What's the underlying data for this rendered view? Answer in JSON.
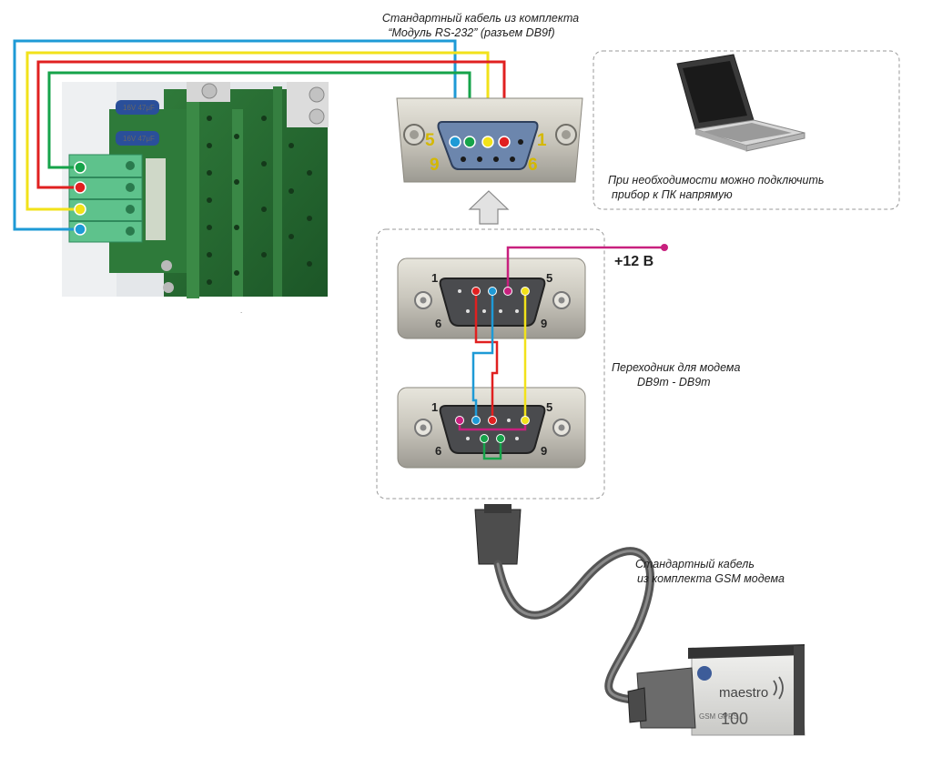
{
  "labels": {
    "cable_top_line1": "Стандартный кабель из комплекта",
    "cable_top_line2": "“Модуль RS-232”  (разъем DB9f)",
    "pc_line1": "При необходимости можно подключить",
    "pc_line2": "прибор к ПК напрямую",
    "adapter_line1": "Переходник для модема",
    "adapter_line2": "DB9m - DB9m",
    "gsm_line1": "Стандартный кабель",
    "gsm_line2": "из комплекта GSM модема",
    "voltage": "+12 В"
  },
  "db9f": {
    "pin_tl": "5",
    "pin_tr": "1",
    "pin_bl": "9",
    "pin_br": "6"
  },
  "db9m_top": {
    "pin_tl": "1",
    "pin_tr": "5",
    "pin_bl": "6",
    "pin_br": "9"
  },
  "db9m_bottom": {
    "pin_tl": "1",
    "pin_tr": "5",
    "pin_bl": "6",
    "pin_br": "9"
  },
  "modem": {
    "brand": "maestro",
    "model": "100",
    "sub": "GSM GPRS"
  },
  "board": {
    "cap_text": "16V 47μF"
  },
  "wire_colors": {
    "blue": "#1e9ad6",
    "yellow": "#f2e21a",
    "red": "#e02020",
    "green": "#16a34a",
    "magenta": "#c8207e"
  }
}
